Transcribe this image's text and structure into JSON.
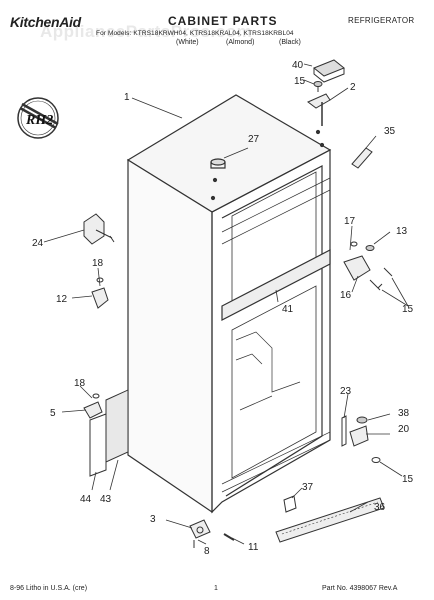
{
  "header": {
    "brand": "KitchenAid",
    "title": "CABINET PARTS",
    "category": "REFRIGERATOR",
    "models": "For Models: KTRS18KRWH04, KTRS18KRAL04, KTRS18KRBL04",
    "colors": [
      "(White)",
      "(Almond)",
      "(Black)"
    ]
  },
  "watermark": "AppliancePartsPros.com",
  "badge_text": "RH2",
  "callouts": [
    "1",
    "2",
    "3",
    "5",
    "8",
    "11",
    "12",
    "13",
    "15",
    "15",
    "15",
    "16",
    "17",
    "18",
    "18",
    "20",
    "23",
    "24",
    "27",
    "35",
    "36",
    "37",
    "38",
    "40",
    "41",
    "43",
    "44"
  ],
  "footer": {
    "left": "8-96 Litho in U.S.A. (cre)",
    "page": "1",
    "part": "Part No. 4398067 Rev.A"
  }
}
